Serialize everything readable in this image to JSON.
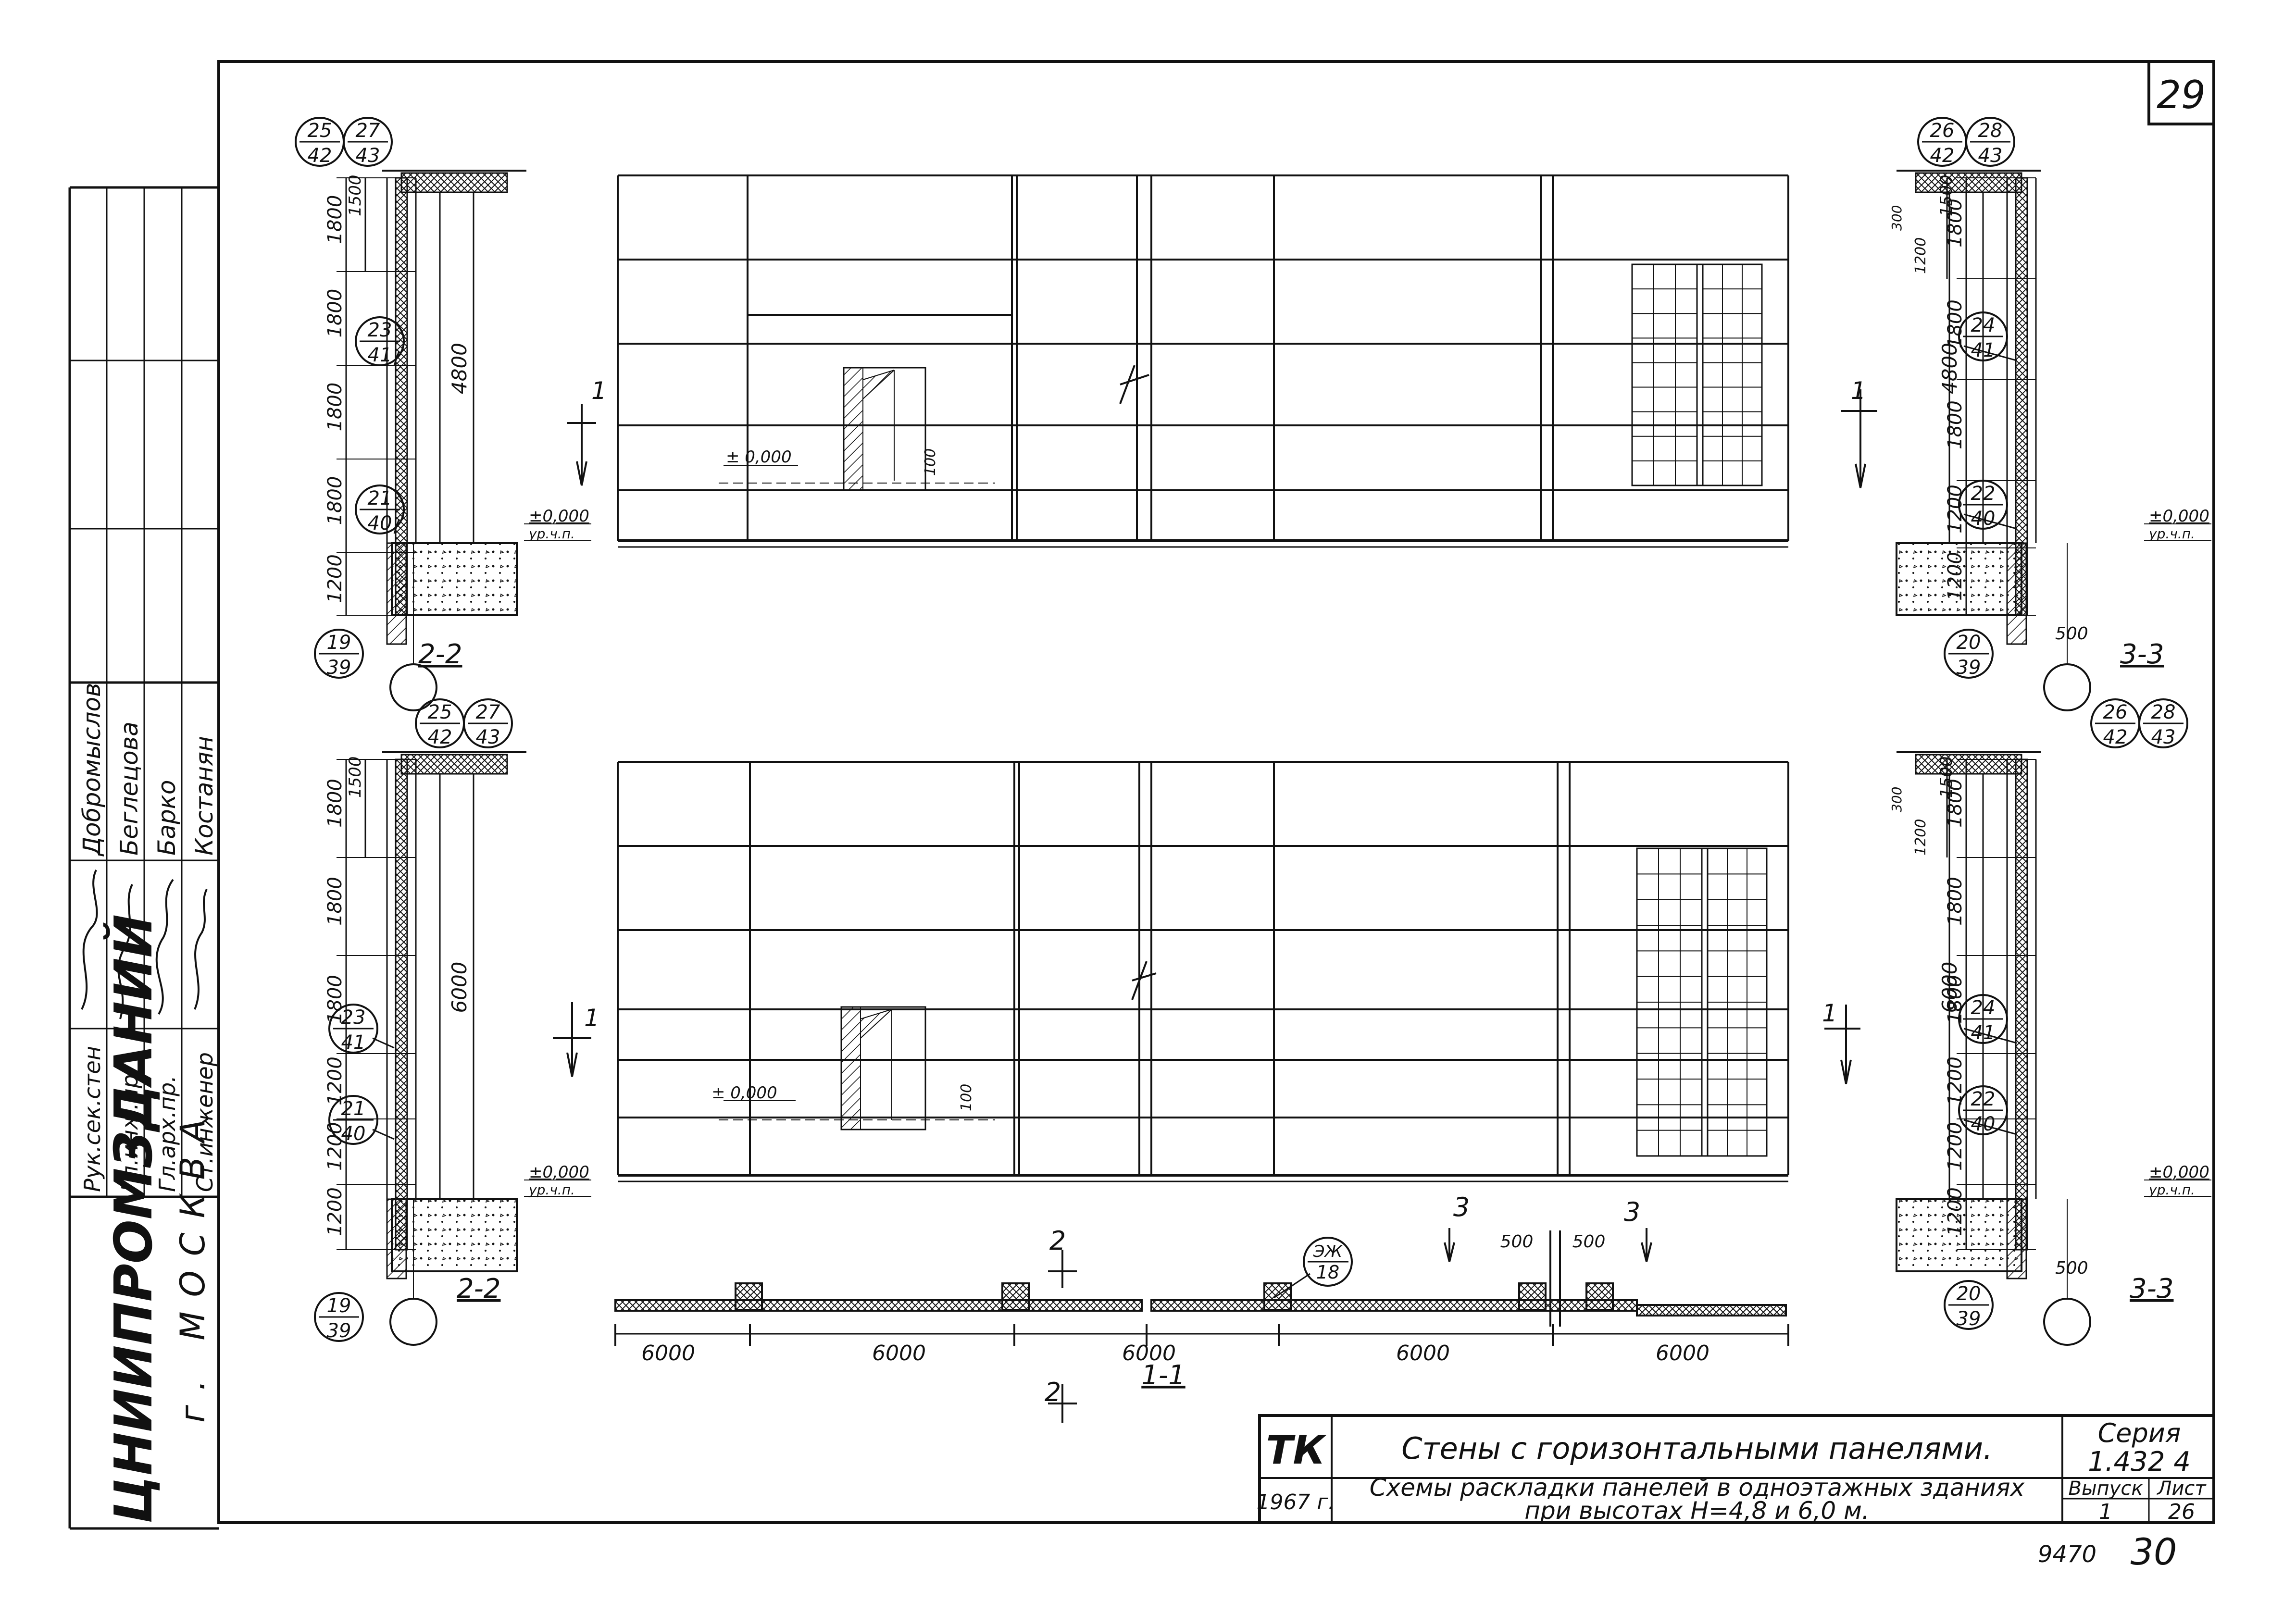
{
  "sheet": {
    "number": "29",
    "bottom_codes": [
      "9470",
      "30"
    ]
  },
  "side_stamp": {
    "org": "ЦНИИПРОМЗДАНИЙ",
    "city": "г. МОСКВА",
    "roles": [
      "Рук.сек.стен",
      "Гл.инж.пр.",
      "Гл.арх.пр.",
      "Ст.инженер"
    ],
    "names": [
      "Добромыслов",
      "Беглецова",
      "Барко",
      "Костанян"
    ]
  },
  "title_block": {
    "logo": "ТК",
    "year": "1967 г.",
    "title": "Стены с горизонтальными панелями.",
    "subtitle_line1": "Схемы раскладки панелей в одноэтажных зданиях",
    "subtitle_line2": "при высотах Н=4,8 и 6,0 м.",
    "series_label": "Серия",
    "series_value": "1.432 4",
    "issue_label": "Выпуск",
    "issue_value": "1",
    "sheet_label": "Лист",
    "sheet_value": "26"
  },
  "elevations": {
    "level_mark": "± 0,000",
    "opening_dim": "100",
    "axis_arrow_label": "1"
  },
  "sections": {
    "top_left": {
      "label": "2-2",
      "callouts": [
        [
          "25",
          "42"
        ],
        [
          "27",
          "43"
        ],
        [
          "23",
          "41"
        ],
        [
          "21",
          "40"
        ],
        [
          "19",
          "39"
        ]
      ],
      "dims_outer": [
        "1800",
        "1800",
        "1800",
        "1800",
        "1200"
      ],
      "dim_inner": "1500",
      "height": "4800",
      "level": "±0,000",
      "level_sub": "ур.ч.п."
    },
    "top_right": {
      "label": "3-3",
      "callouts": [
        [
          "26",
          "42"
        ],
        [
          "28",
          "43"
        ],
        [
          "24",
          "41"
        ],
        [
          "22",
          "40"
        ],
        [
          "20",
          "39"
        ]
      ],
      "dims_outer": [
        "1800",
        "1800",
        "1800",
        "1200",
        "1200"
      ],
      "dim_inner": "1500",
      "dim_top_a": "1200",
      "dim_top_b": "300",
      "height": "4800",
      "level": "±0,000",
      "level_sub": "ур.ч.п.",
      "foot_dim": "500"
    },
    "bottom_left": {
      "label": "2-2",
      "callouts": [
        [
          "25",
          "42"
        ],
        [
          "27",
          "43"
        ],
        [
          "23",
          "41"
        ],
        [
          "21",
          "40"
        ],
        [
          "19",
          "39"
        ]
      ],
      "dims_outer": [
        "1800",
        "1800",
        "1800",
        "1200",
        "1200",
        "1200"
      ],
      "dim_inner": "1500",
      "height": "6000",
      "level": "±0,000",
      "level_sub": "ур.ч.п."
    },
    "bottom_right": {
      "label": "3-3",
      "callouts": [
        [
          "26",
          "42"
        ],
        [
          "28",
          "43"
        ],
        [
          "24",
          "41"
        ],
        [
          "22",
          "40"
        ],
        [
          "20",
          "39"
        ]
      ],
      "dims_outer": [
        "1800",
        "1800",
        "1800",
        "1200",
        "1200",
        "1200"
      ],
      "dim_inner": "1500",
      "dim_top_a": "1200",
      "dim_top_b": "300",
      "height": "6000",
      "level": "±0,000",
      "level_sub": "ур.ч.п.",
      "foot_dim": "500"
    }
  },
  "plan": {
    "label": "1-1",
    "spans": [
      "6000",
      "6000",
      "6000",
      "6000",
      "6000"
    ],
    "col_dims": [
      "500",
      "500"
    ],
    "callout": [
      "ЭЖ",
      "18"
    ],
    "cut_labels": [
      "2",
      "2",
      "3",
      "3"
    ]
  }
}
